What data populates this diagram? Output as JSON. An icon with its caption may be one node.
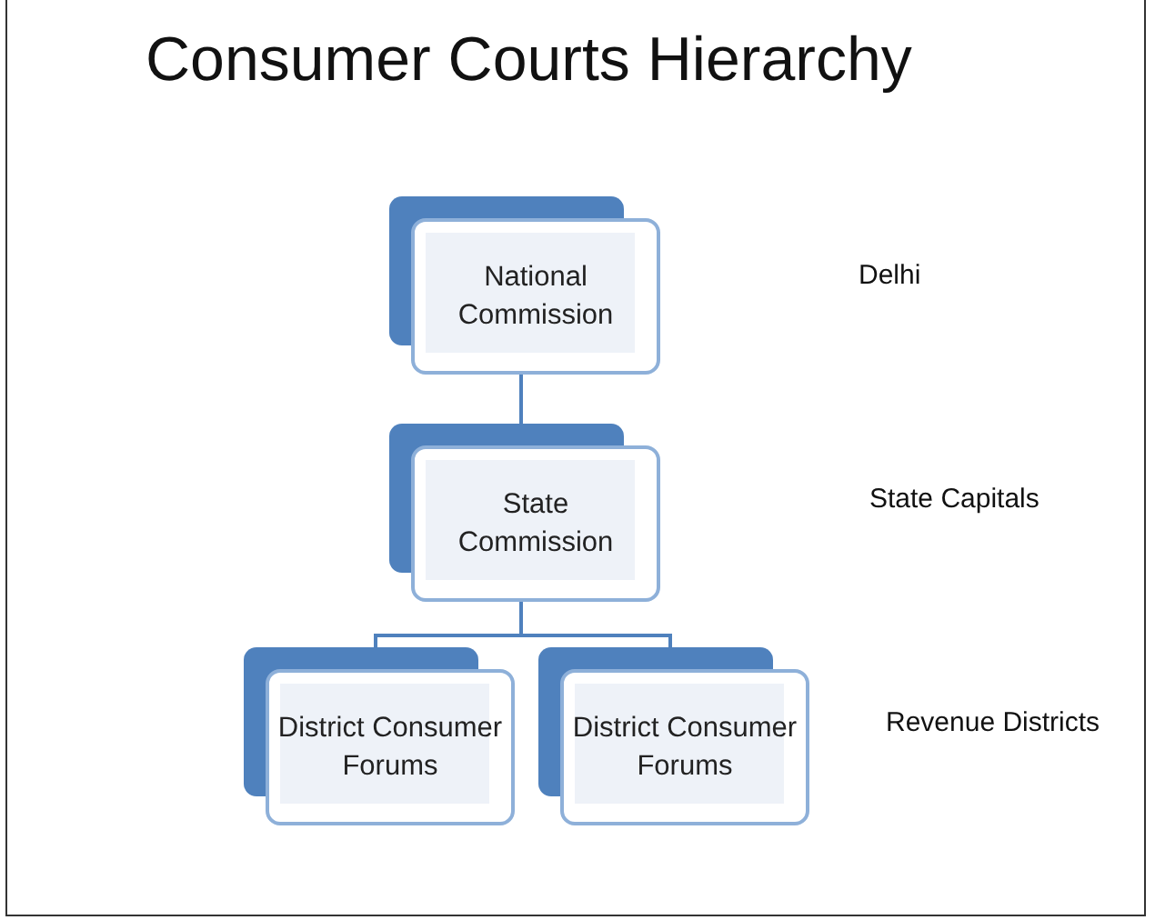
{
  "diagram": {
    "title": "Consumer Courts Hierarchy",
    "nodes": [
      {
        "text": [
          "National Commission"
        ]
      },
      {
        "text": [
          "State Commission"
        ]
      },
      {
        "text": [
          "District Consumer Forums"
        ]
      },
      {
        "text": [
          "District Consumer Forums"
        ]
      }
    ],
    "edges": [
      {
        "from": 0,
        "to": 1,
        "arrow": "none"
      },
      {
        "from": 1,
        "to": 2,
        "arrow": "none"
      },
      {
        "from": 1,
        "to": 3,
        "arrow": "none"
      }
    ],
    "labels": [
      "Delhi",
      "State Capitals",
      "Revenue Districts"
    ]
  }
}
